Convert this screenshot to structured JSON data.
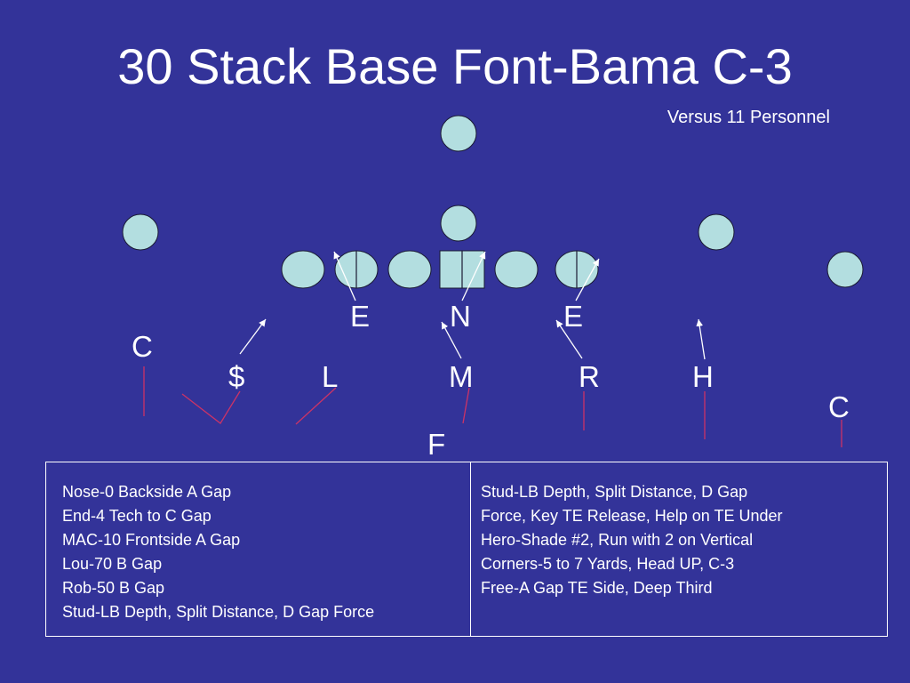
{
  "title": "30 Stack Base Font-Bama C-3",
  "subtitle": "Versus 11 Personnel",
  "colors": {
    "background": "#333399",
    "player_fill": "#b3dee0",
    "player_stroke": "#1a1a33",
    "arrow": "#ffffff",
    "assignment_line": "#cc3366",
    "text": "#ffffff"
  },
  "defense_labels": {
    "end_left": "E",
    "nose": "N",
    "end_right": "E",
    "corner_left": "C",
    "dollar": "$",
    "lou": "L",
    "mac": "M",
    "rob": "R",
    "hero": "H",
    "corner_right": "C",
    "free": "F"
  },
  "notes": {
    "left": [
      "Nose-0 Backside A Gap",
      "End-4 Tech to C Gap",
      "MAC-10 Frontside A Gap",
      "Lou-70 B Gap",
      "Rob-50 B Gap",
      "Stud-LB Depth, Split Distance, D Gap Force"
    ],
    "right": [
      "Stud-LB Depth, Split Distance, D Gap",
      "Force, Key TE Release, Help on TE Under",
      "Hero-Shade #2, Run with 2 on Vertical",
      "Corners-5 to 7 Yards, Head UP, C-3",
      "Free-A Gap TE Side, Deep Third"
    ]
  }
}
